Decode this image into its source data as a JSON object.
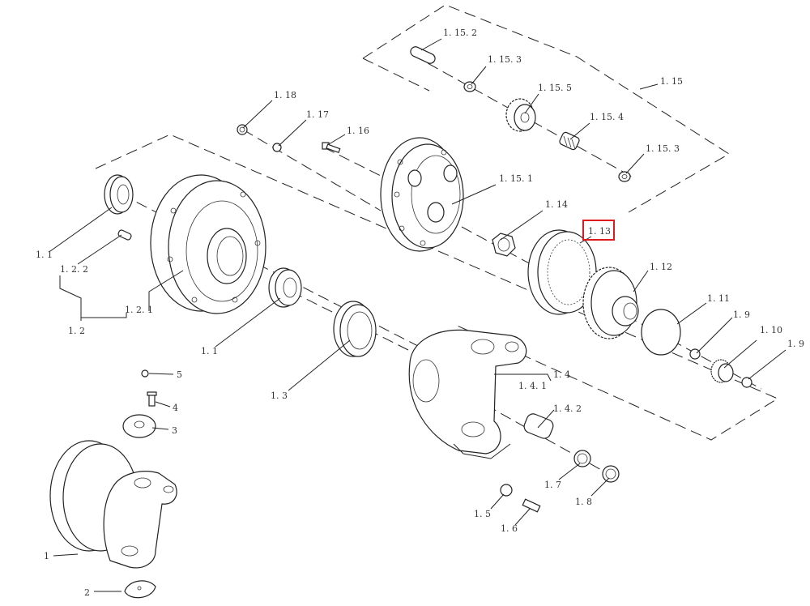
{
  "labels": {
    "l1_15_2": "1. 15. 2",
    "l1_15_3a": "1. 15. 3",
    "l1_15": "1. 15",
    "l1_15_5": "1. 15. 5",
    "l1_15_4": "1. 15. 4",
    "l1_15_3b": "1. 15. 3",
    "l1_18": "1. 18",
    "l1_17": "1. 17",
    "l1_16": "1. 16",
    "l1_15_1": "1. 15. 1",
    "l1_14": "1. 14",
    "l1_13": "1. 13",
    "l1_12": "1. 12",
    "l1_11": "1. 11",
    "l1_9a": "1. 9",
    "l1_10": "1. 10",
    "l1_9b": "1. 9",
    "l1_1a": "1. 1",
    "l1_2_2": "1. 2. 2",
    "l1_2_1": "1. 2. 1",
    "l1_2": "1. 2",
    "l1_1b": "1. 1",
    "l1_3": "1. 3",
    "l1_4": "1. 4",
    "l1_4_1": "1. 4. 1",
    "l1_4_2": "1. 4. 2",
    "l1_7": "1. 7",
    "l1_8": "1. 8",
    "l1_5": "1. 5",
    "l1_6": "1. 6",
    "l5": "5",
    "l4": "4",
    "l3": "3",
    "l1": "1",
    "l2": "2"
  },
  "highlight_color": "#e0191f"
}
